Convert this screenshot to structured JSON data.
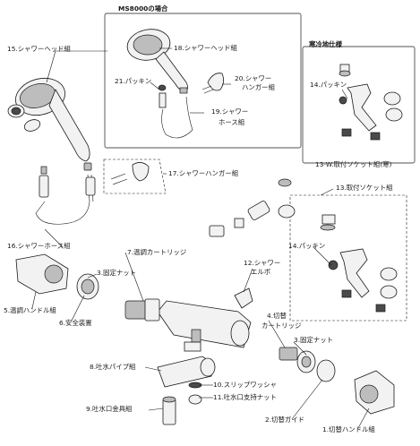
{
  "boxes": {
    "ms8000_title": "MS8000の場合",
    "cold_title": "寒冷地仕様"
  },
  "labels": {
    "p15": "15.シャワーヘッド組",
    "p18": "18.シャワーヘッド組",
    "p20a": "20.シャワー",
    "p20b": "ハンガー組",
    "p21": "21.パッキン",
    "p19a": "19.シャワー",
    "p19b": "ホース組",
    "p14_cold": "14.パッキン",
    "p13w": "13-W.取付ソケット組(寒)",
    "p17": "17.シャワーハンガー組",
    "p13": "13.取付ソケット組",
    "p16": "16.シャワーホース組",
    "p7": "7.温調カートリッジ",
    "p14": "14.パッキン",
    "p3a": "3.固定ナット",
    "p5": "5.温調ハンドル組",
    "p6": "6.安全装置",
    "p12a": "12.シャワー",
    "p12b": "エルボ",
    "p4a": "4.切替",
    "p4b": "カートリッジ",
    "p3b": "3.固定ナット",
    "p8": "8.吐水パイプ組",
    "p10": "10.スリップワッシャ",
    "p11": "11.吐水口支持ナット",
    "p9": "9.吐水口金具組",
    "p2": "2.切替ガイド",
    "p1": "1.切替ハンドル組"
  }
}
